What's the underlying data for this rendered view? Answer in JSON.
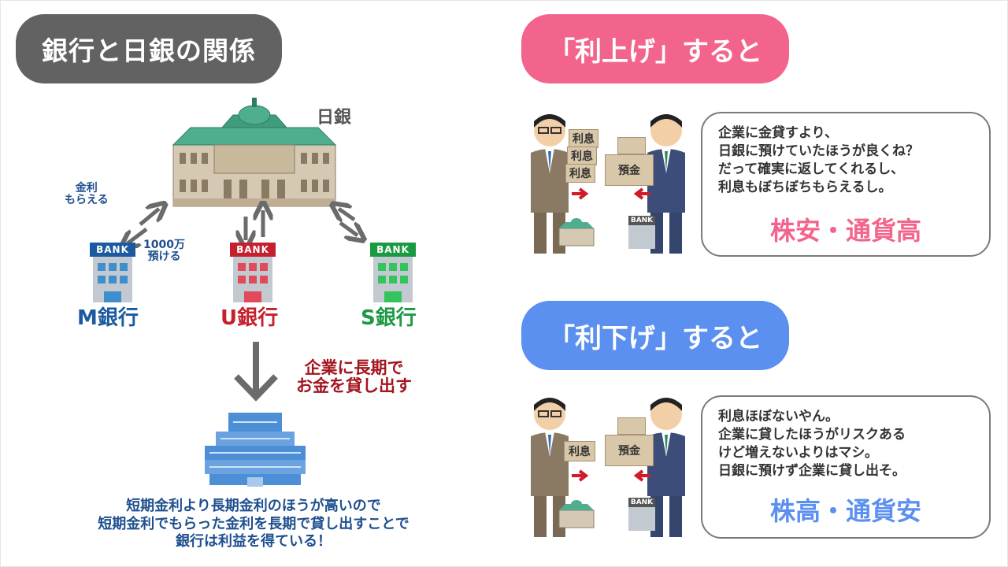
{
  "left": {
    "title": "銀行と日銀の関係",
    "boj_label": "日銀",
    "interest_label": "金利\nもらえる",
    "deposit_label": "1000万\n預ける",
    "banks": [
      {
        "tag": "BANK",
        "name": "M銀行",
        "color": "#1c5aa0",
        "window": "#3f8fcf"
      },
      {
        "tag": "BANK",
        "name": "U銀行",
        "color": "#c4202e",
        "window": "#e04a5a"
      },
      {
        "tag": "BANK",
        "name": "S銀行",
        "color": "#1b9a44",
        "window": "#33c45e"
      }
    ],
    "lend_label": "企業に長期で\nお金を貸し出す",
    "footer": "短期金利より長期金利のほうが高いので\n短期金利でもらった金利を長期で貸し出すことで\n銀行は利益を得ている！"
  },
  "rate_up": {
    "title": "「利上げ」すると",
    "boxes_left": [
      "利息",
      "利息",
      "利息"
    ],
    "box_right": "預金",
    "speech": "企業に金貸すより、\n日銀に預けていたほうが良くね？\nだって確実に返してくれるし、\n利息もぼちぼちもらえるし。",
    "result": "株安・通貨高",
    "result_color": "#f3648c",
    "bank_tag": "BANK"
  },
  "rate_down": {
    "title": "「利下げ」すると",
    "boxes_left": [
      "利息"
    ],
    "box_right": "預金",
    "speech": "利息ほぼないやん。\n企業に貸したほうがリスクある\nけど増えないよりはマシ。\n日銀に預けず企業に貸し出そ。",
    "result": "株高・通貨安",
    "result_color": "#5b8ff0",
    "bank_tag": "BANK"
  },
  "colors": {
    "gray": "#626262",
    "pink": "#f3648c",
    "blue": "#5b8ff0",
    "dark_red": "#a3151f",
    "dark_blue": "#1e4f8f",
    "arrow_gray": "#6b6b6b"
  }
}
